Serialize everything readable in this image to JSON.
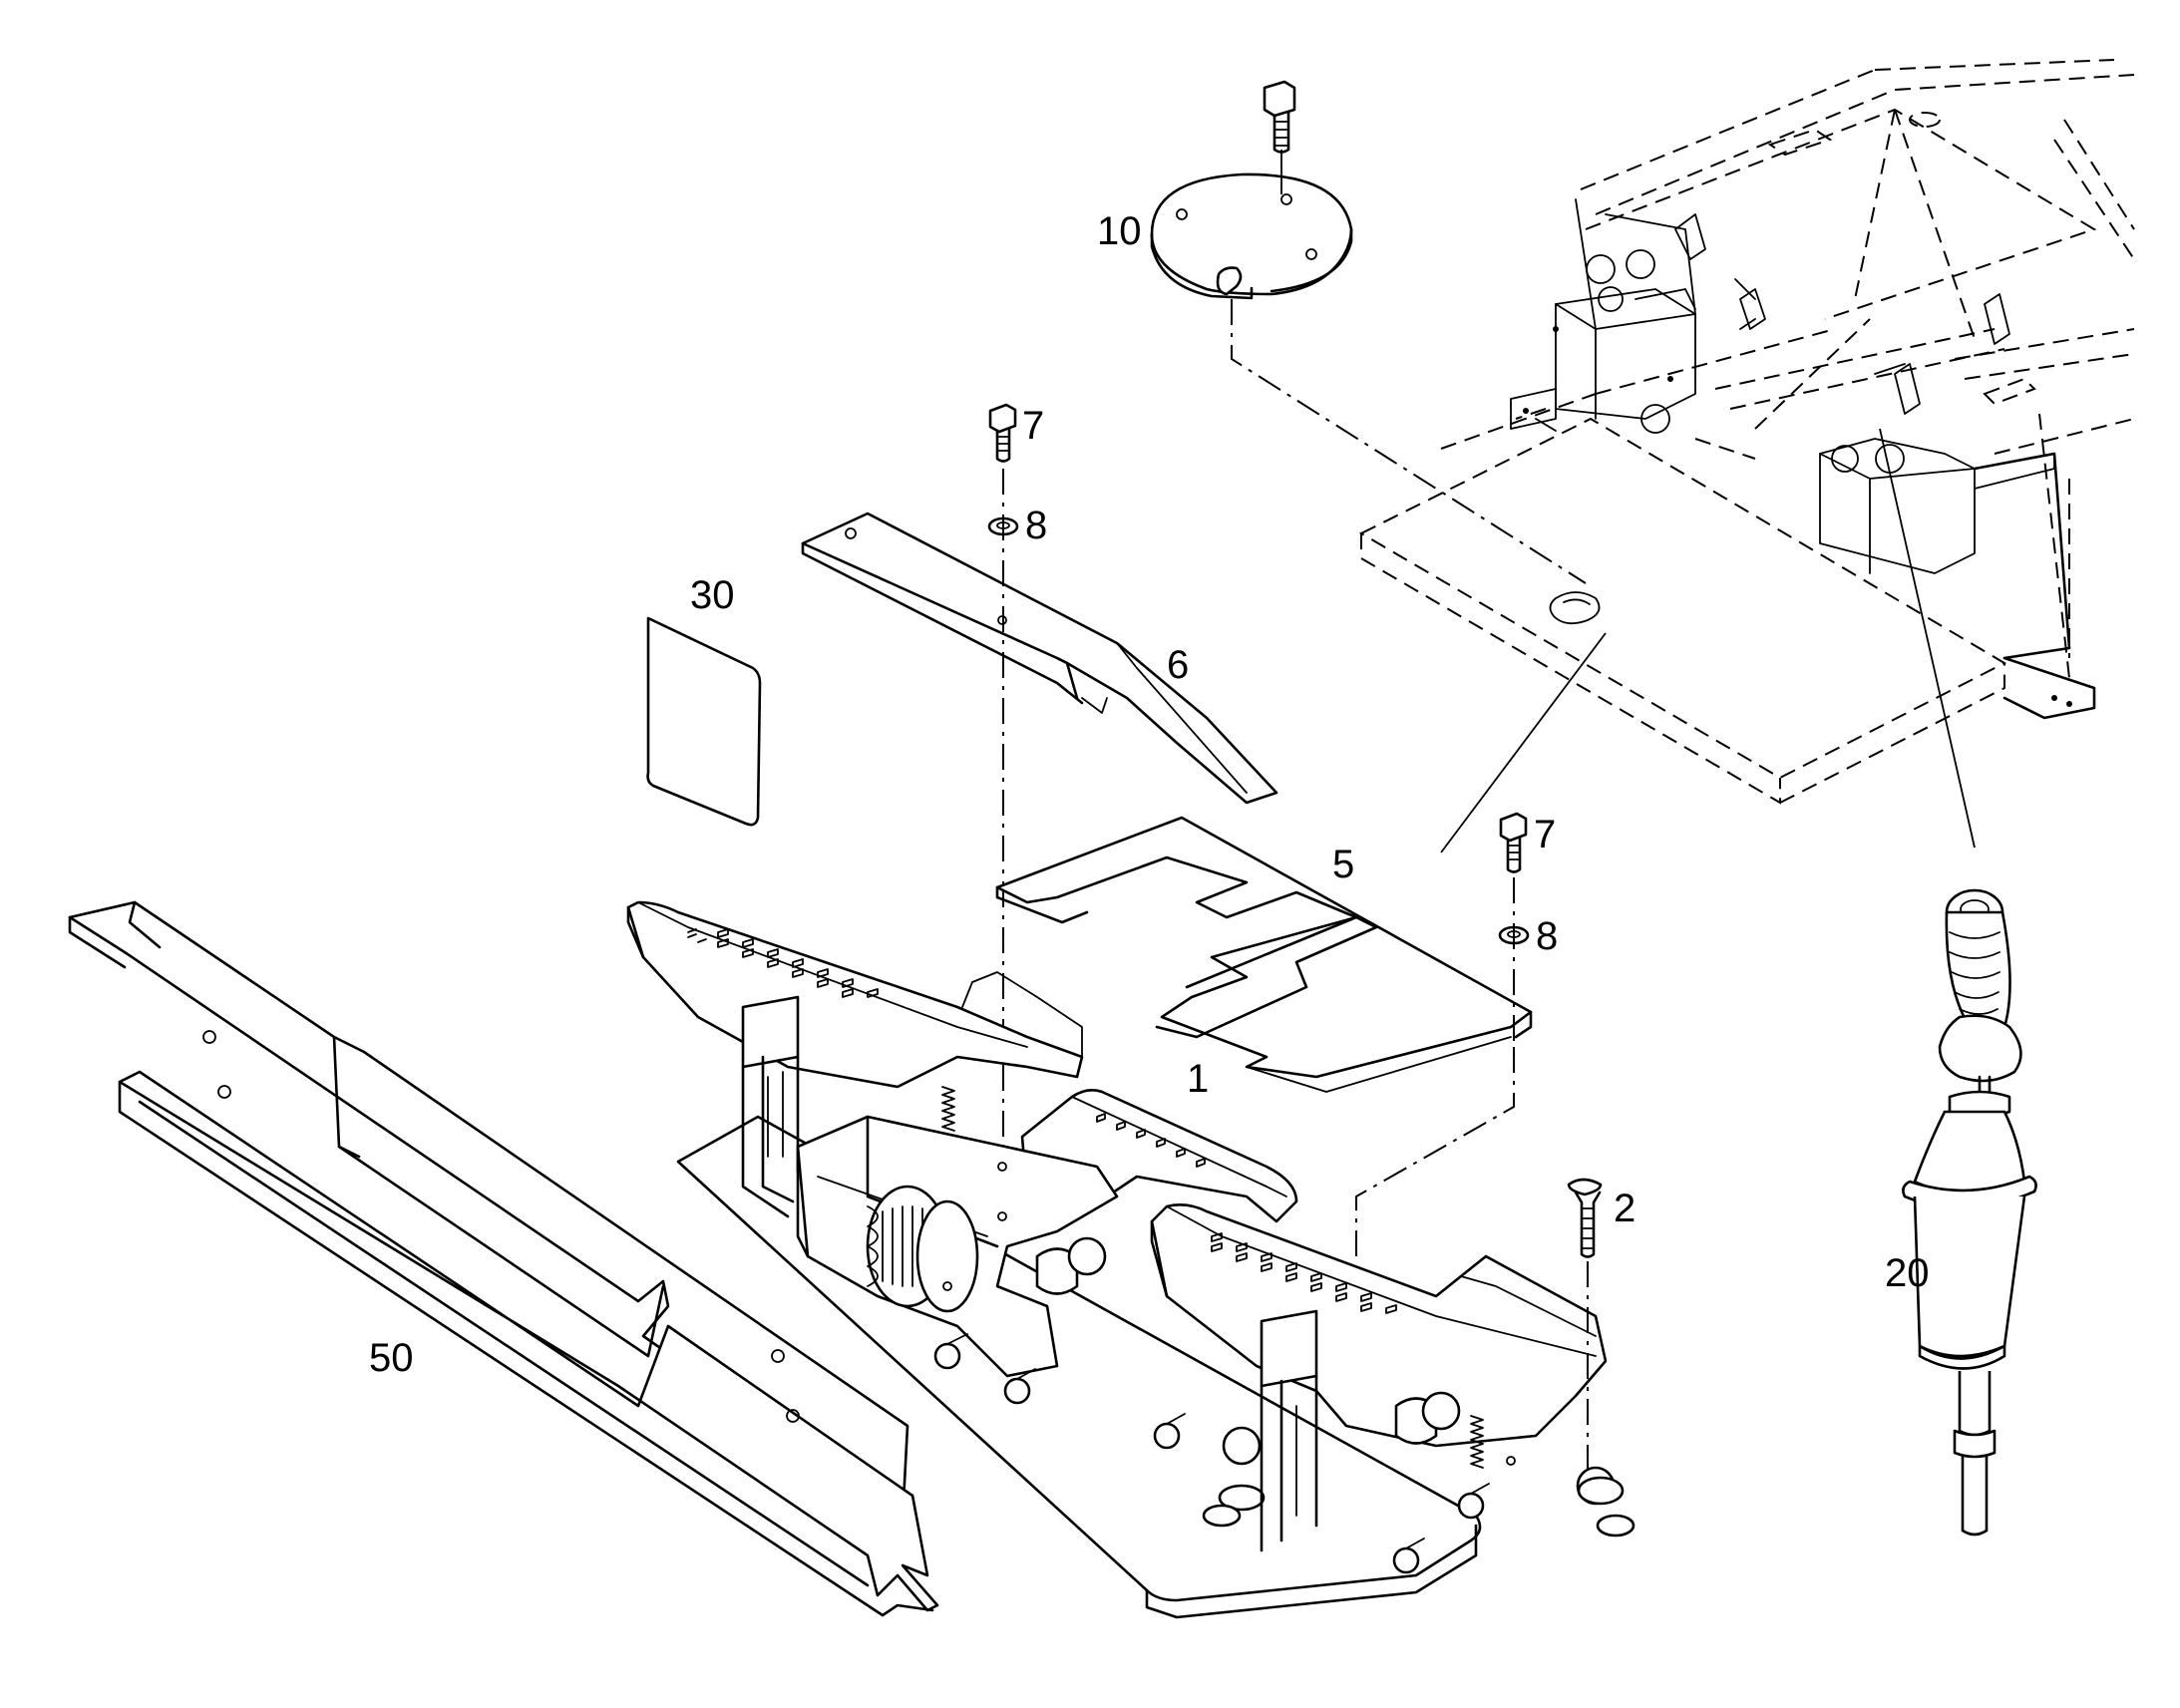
{
  "callouts": {
    "c10": "10",
    "c7a": "7",
    "c8a": "8",
    "c30": "30",
    "c6": "6",
    "c5": "5",
    "c7b": "7",
    "c8b": "8",
    "c1": "1",
    "c2": "2",
    "c20": "20",
    "c50": "50"
  },
  "colors": {
    "line": "#000000",
    "background": "#ffffff"
  }
}
